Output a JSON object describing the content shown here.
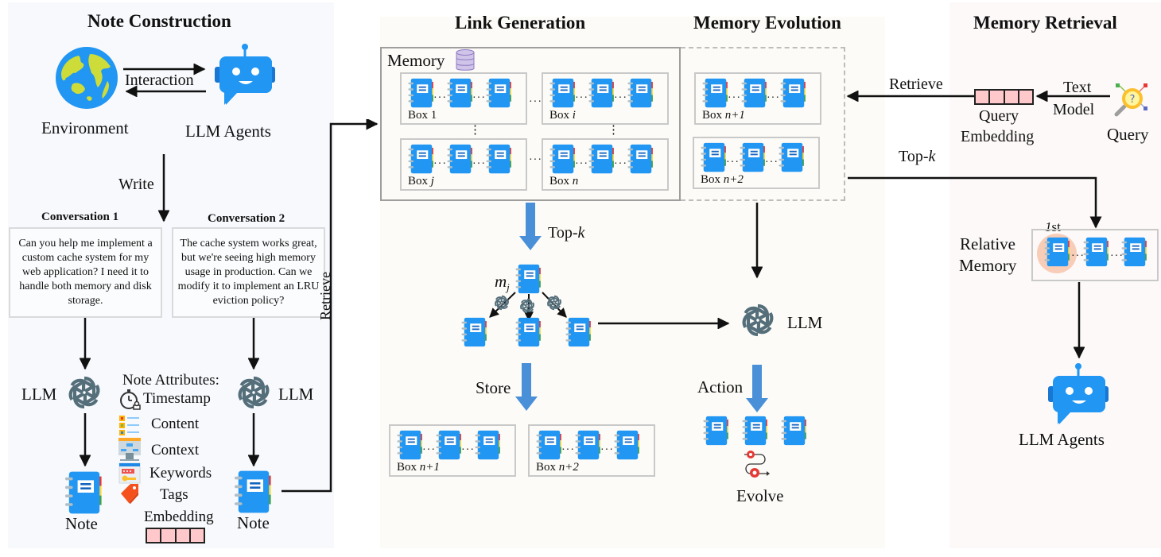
{
  "sections": {
    "note_construction": "Note Construction",
    "link_generation": "Link Generation",
    "memory_evolution": "Memory Evolution",
    "memory_retrieval": "Memory Retrieval"
  },
  "note_construction": {
    "environment_label": "Environment",
    "agents_label": "LLM Agents",
    "interaction_label": "Interaction",
    "write_label": "Write",
    "conversation1": {
      "title": "Conversation 1",
      "text": "Can you help me implement a custom cache system for my web application? I need it to handle both memory and disk storage."
    },
    "conversation2": {
      "title": "Conversation 2",
      "text": "The cache system works great, but we're seeing high memory usage in production. Can we modify it to implement an LRU eviction policy?"
    },
    "llm_label_left": "LLM",
    "llm_label_right": "LLM",
    "note_label_left": "Note",
    "note_label_right": "Note",
    "attributes_title": "Note Attributes:",
    "attributes": [
      {
        "label": "Timestamp",
        "icon": "stopwatch-icon"
      },
      {
        "label": "Content",
        "icon": "content-list-icon"
      },
      {
        "label": "Context",
        "icon": "context-diagram-icon"
      },
      {
        "label": "Keywords",
        "icon": "keywords-key-icon"
      },
      {
        "label": "Tags",
        "icon": "tag-icon"
      },
      {
        "label": "Embedding",
        "icon": "embedding-vector-icon"
      }
    ],
    "retrieve_label": "Retrieve"
  },
  "link_generation": {
    "memory_label": "Memory",
    "boxes": [
      {
        "prefix": "Box ",
        "index": "1"
      },
      {
        "prefix": "Box ",
        "index": "i"
      },
      {
        "prefix": "Box ",
        "index": "j"
      },
      {
        "prefix": "Box ",
        "index": "n"
      }
    ],
    "topk_label": "Top-",
    "topk_k": "k",
    "mj_label": "m",
    "mj_sub": "j",
    "store_label": "Store",
    "store_boxes": [
      {
        "prefix": "Box ",
        "index": "n+1"
      },
      {
        "prefix": "Box ",
        "index": "n+2"
      }
    ]
  },
  "memory_evolution": {
    "boxes": [
      {
        "prefix": "Box ",
        "index": "n+1"
      },
      {
        "prefix": "Box ",
        "index": "n+2"
      }
    ],
    "llm_label": "LLM",
    "action_label": "Action",
    "evolve_label": "Evolve"
  },
  "memory_retrieval": {
    "retrieve_label": "Retrieve",
    "text_model_line1": "Text",
    "text_model_line2": "Model",
    "query_embedding_line1": "Query",
    "query_embedding_line2": "Embedding",
    "query_label": "Query",
    "topk_label": "Top-",
    "topk_k": "k",
    "first_label_num": "1",
    "first_label_suffix": "st",
    "relative_memory_line1": "Relative",
    "relative_memory_line2": "Memory",
    "agents_label": "LLM Agents"
  },
  "colors": {
    "notebook_blue": "#2196f3",
    "arrow_blue": "#4a90d9",
    "embedding_pink": "#ffc9cc",
    "highlight_peach": "#f7cdb8",
    "llm_gray": "#546e7a"
  }
}
